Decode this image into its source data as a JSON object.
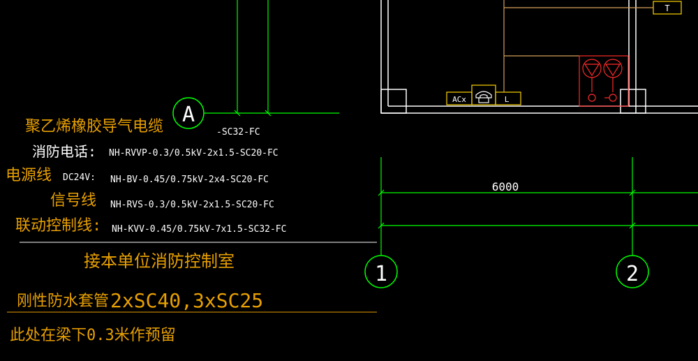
{
  "colors": {
    "background": "#000000",
    "cable_text": "#ffffff",
    "label_orange": "#e8a000",
    "grid_green": "#00ff00",
    "wall_white": "#ffffff",
    "device_red": "#ff2a2a",
    "wire_orange": "#d7a05a",
    "box_yellow": "#ffd500"
  },
  "legend": {
    "title": "聚乙烯橡胶导气电缆",
    "fire_phone_label": "消防电话:",
    "fire_phone_spec": "NH-RVVP-0.3/0.5kV-2x1.5-SC20-FC",
    "power_label": "电源线",
    "power_voltage": "DC24V:",
    "power_spec": "NH-BV-0.45/0.75kV-2x4-SC20-FC",
    "signal_label": "信号线",
    "signal_spec": "NH-RVS-0.3/0.5kV-2x1.5-SC20-FC",
    "linkage_label": "联动控制线:",
    "linkage_spec": "NH-KVV-0.45/0.75kV-7x1.5-SC32-FC",
    "partial_spec": "-SC32-FC"
  },
  "notes": {
    "connect_room": "接本单位消防控制室",
    "sleeve_label": "刚性防水套管",
    "sleeve_spec": "2xSC40,3xSC25",
    "reserve_note": "此处在梁下0.3米作预留"
  },
  "grid": {
    "axis_a": "A",
    "axis_1": "1",
    "axis_2": "2",
    "dimension": "6000"
  },
  "devices": {
    "terminal_box": "T",
    "acx_box": "ACx",
    "l_box": "L",
    "phone_icon": "phone-icon",
    "alarm_icon": "alarm-bell-icon"
  }
}
